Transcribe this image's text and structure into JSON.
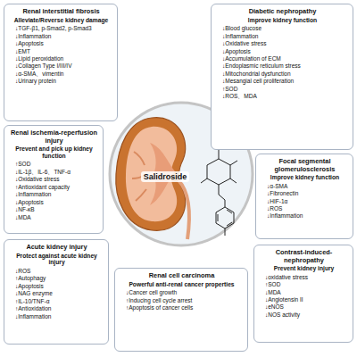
{
  "diagram": {
    "nodes": [
      {
        "text": [
          "Renal interstitial fibrosis",
          "Alleviate/Reverse kidney damage",
          "↓TGF-β1, p-Smad2, p-Smad3",
          "↓Inflammation",
          "↓Apoptosis",
          "↓EMT",
          "↓Lipid peroxidation",
          "↓Collagen Type I/III/IV",
          "↓α-SMA、vimentin",
          "↓Urinary protein"
        ]
      },
      {
        "text": [
          "Diabetic nephropathy",
          "Improve kidney function",
          "↓Blood glucose",
          "↓Inflammation",
          "↓Oxidative stress",
          "↓Apoptosis",
          "↓Accumulation of ECM",
          "↓Endoplasmic reticulum stress",
          "↓Mitochondrial dysfunction",
          "↓Mesangial cell proliferation",
          "↑SOD",
          "↓ROS、MDA"
        ]
      },
      {
        "text": [
          "Renal ischemia-reperfusion injury",
          "Prevent and pick up kidney function",
          "↑SOD",
          "↓IL-1β、IL-6、TNF-α",
          "↓Oxidative stress",
          "↑Antioxidant capacity",
          "↓Inflammation",
          "↓Apoptosis",
          "↓NF-κB",
          "↓MDA"
        ]
      },
      {
        "text": [
          "Salidroside"
        ]
      },
      {
        "text": [
          "Focal segmental glomerulosclerosis",
          "Improve kidney function",
          "↓α-SMA",
          "↓Fibronectin",
          "↓HIF-1α",
          "↓ROS",
          "↓Inflammation"
        ]
      },
      {
        "text": [
          "Acute kidney injury",
          "Protect against acute kidney injury",
          "↓ROS",
          "↑Autophagy",
          "↓Apoptosis",
          "↓NAG enzyme",
          "↑IL-10/TNF-α",
          "↑Antioxidation",
          "↓Inflammation"
        ]
      },
      {
        "text": [
          "Contrast-induced-nephropathy",
          "Prevent kidney injury",
          "↓oxidative stress",
          "↑SOD",
          "↓MDA",
          "↓Angiotensin II",
          "↓eNOS",
          "↓NOS activity"
        ]
      },
      {
        "text": [
          "Renal cell carcinoma",
          "Powerful anti-renal cancer properties",
          "↓Cancer cell growth",
          "↑Inducing cell cycle arrest",
          "↑Apoptosis of cancer cells"
        ]
      }
    ]
  }
}
